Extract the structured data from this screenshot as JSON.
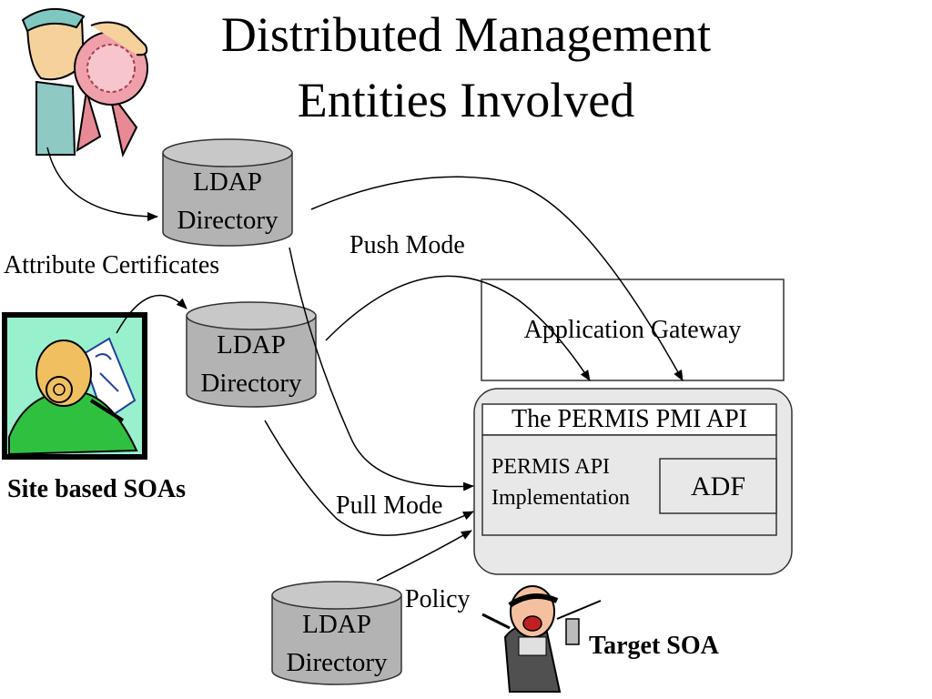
{
  "title": {
    "line1": "Distributed Management",
    "line2": "Entities Involved"
  },
  "labels": {
    "attribute_certificates": "Attribute Certificates",
    "push_mode": "Push Mode",
    "pull_mode": "Pull Mode",
    "policy": "Policy",
    "site_based_soas": "Site based SOAs",
    "target_soa": "Target SOA"
  },
  "directories": [
    {
      "line1": "LDAP",
      "line2": "Directory"
    },
    {
      "line1": "LDAP",
      "line2": "Directory"
    },
    {
      "line1": "LDAP",
      "line2": "Directory"
    }
  ],
  "application_gateway": "Application Gateway",
  "permis": {
    "header": "The PERMIS PMI API",
    "impl_line1": "PERMIS API",
    "impl_line2": "Implementation",
    "adf": "ADF"
  },
  "colors": {
    "cylinder_fill": "#b3b3b3",
    "permis_fill": "#e8e8e8",
    "site_panel_bg": "#99f0cc"
  }
}
